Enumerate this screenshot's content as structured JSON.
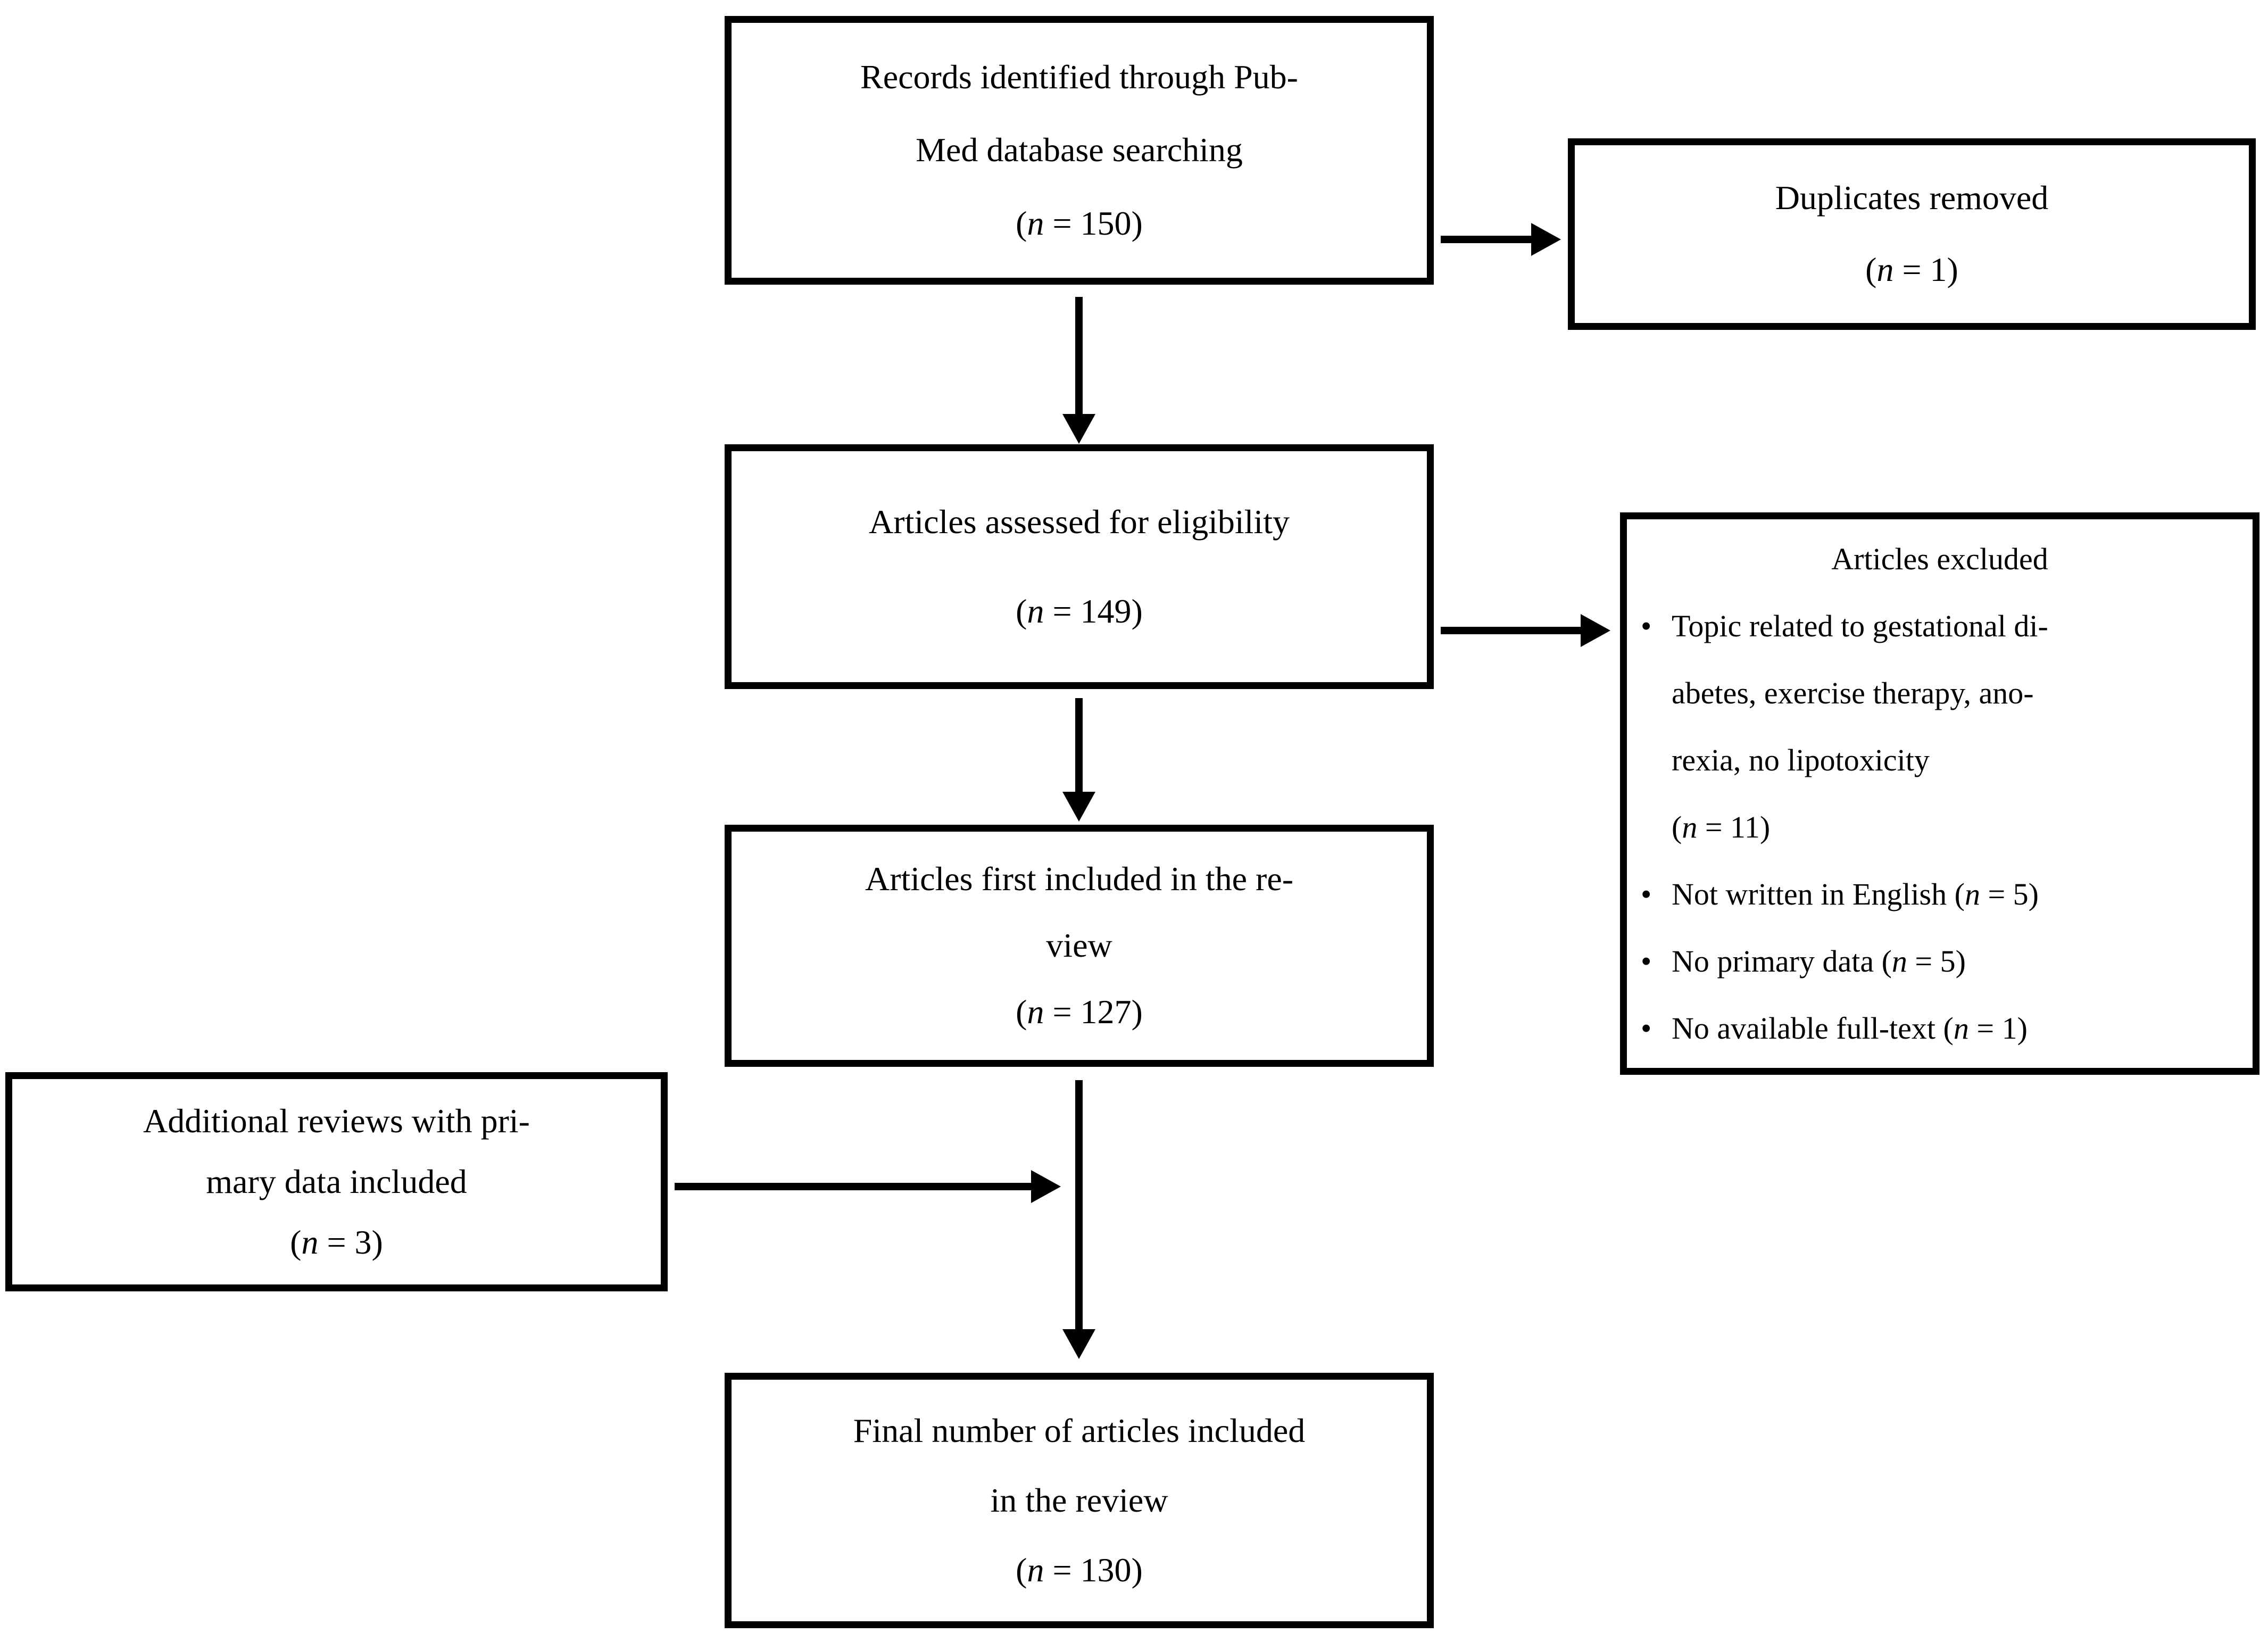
{
  "n_symbol": "n",
  "bullet_char": "•",
  "colors": {
    "border": "#000000",
    "text": "#000000",
    "background": "#ffffff"
  },
  "boxes": {
    "records": {
      "lines": [
        "Records identified through Pub-",
        "Med database searching"
      ],
      "n": "150"
    },
    "duplicates": {
      "lines": [
        "Duplicates removed"
      ],
      "n": "1"
    },
    "assessed": {
      "lines": [
        "Articles assessed for eligibility"
      ],
      "n": "149"
    },
    "excluded": {
      "title": "Articles excluded",
      "bullets": [
        {
          "lines": [
            "Topic related to gestational di-",
            "abetes, exercise therapy, ano-",
            "rexia, no lipotoxicity"
          ],
          "n": "11"
        },
        {
          "text": "Not written in English",
          "n": "5"
        },
        {
          "text": "No primary data",
          "n": "5"
        },
        {
          "text": "No available full-text",
          "n": "1"
        }
      ]
    },
    "first_included": {
      "lines": [
        "Articles first included in the re-",
        "view"
      ],
      "n": "127"
    },
    "additional": {
      "lines": [
        "Additional reviews with pri-",
        "mary data included"
      ],
      "n": "3"
    },
    "final": {
      "lines": [
        "Final number of articles included",
        "in the review"
      ],
      "n": "130"
    }
  }
}
